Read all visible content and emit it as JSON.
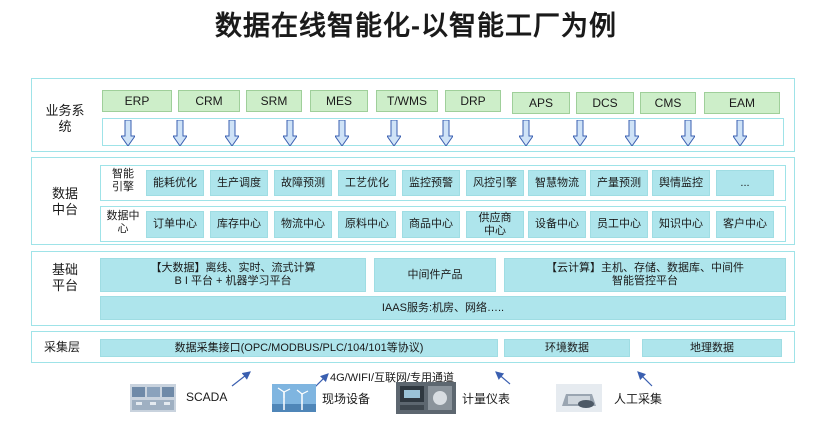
{
  "title": "数据在线智能化-以智能工厂为例",
  "business_layer": {
    "label_line1": "业务系",
    "label_line2": "统",
    "systems": [
      "ERP",
      "CRM",
      "SRM",
      "MES",
      "T/WMS",
      "DRP",
      "APS",
      "DCS",
      "CMS",
      "EAM"
    ]
  },
  "data_platform": {
    "label_line1": "数据",
    "label_line2": "中台",
    "row1_label_line1": "智能",
    "row1_label_line2": "引擎",
    "row1": [
      "能耗优化",
      "生产调度",
      "故障预测",
      "工艺优化",
      "监控预警",
      "风控引擎",
      "智慧物流",
      "产量预测",
      "舆情监控",
      "..."
    ],
    "row2_label_line1": "数据中",
    "row2_label_line2": "心",
    "row2": [
      "订单中心",
      "库存中心",
      "物流中心",
      "原料中心",
      "商品中心",
      "供应商中心",
      "设备中心",
      "员工中心",
      "知识中心",
      "客户中心"
    ]
  },
  "foundation": {
    "label_line1": "基础",
    "label_line2": "平台",
    "bigdata_line1": "【大数据】离线、实时、流式计算",
    "bigdata_line2": "B I 平台 + 机器学习平台",
    "middleware": "中间件产品",
    "cloud_line1": "【云计算】主机、存储、数据库、中间件",
    "cloud_line2": "智能管控平台",
    "iaas": "IAAS服务:机房、网络….."
  },
  "collection": {
    "label": "采集层",
    "interface": "数据采集接口(OPC/MODBUS/PLC/104/101等协议)",
    "env": "环境数据",
    "geo": "地理数据"
  },
  "sources": {
    "network_note": "4G/WIFI/互联网/专用通道",
    "items": [
      "SCADA",
      "现场设备",
      "计量仪表",
      "人工采集"
    ]
  },
  "colors": {
    "system_box": "#cdeec9",
    "cell": "#aee5ec",
    "layer_border": "#9fe3e8",
    "arrow_fill": "#cfe3f7",
    "arrow_stroke": "#3a5fb0"
  }
}
